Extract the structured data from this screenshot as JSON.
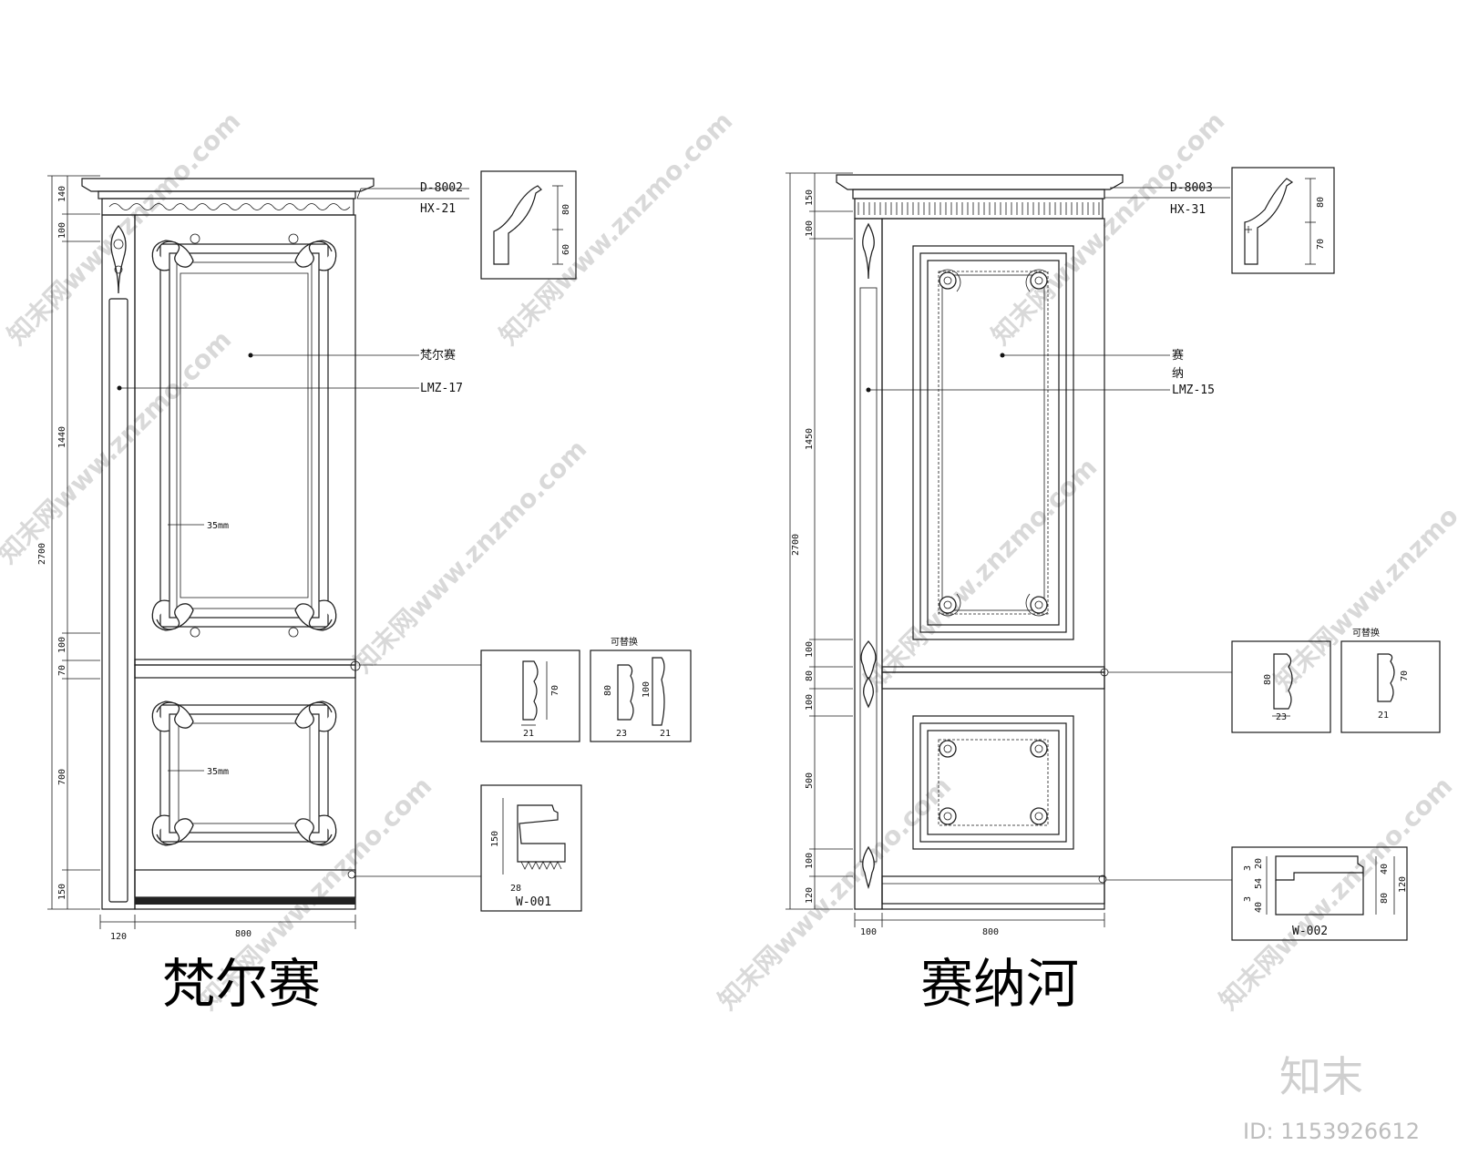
{
  "left_panel": {
    "title": "梵尔赛",
    "top_dim": "140",
    "side_dims": [
      "100",
      "1440",
      "100",
      "70",
      "700",
      "150"
    ],
    "total_height": "2700",
    "width_dims": [
      "120",
      "800"
    ],
    "callouts": [
      "D-8002",
      "HX-21",
      "梵尔赛",
      "LMZ-17"
    ],
    "panel_notes": [
      "35mm",
      "35mm"
    ],
    "profile_dims": [
      "80",
      "60"
    ],
    "chair_rail_dims": [
      "70",
      "21"
    ],
    "alt_label": "可替换",
    "alt_dims": [
      "80",
      "23",
      "100",
      "21"
    ],
    "base_code": "W-001",
    "base_dims": [
      "150",
      "28"
    ]
  },
  "right_panel": {
    "title": "赛纳河",
    "top_dim": "150",
    "side_dims": [
      "100",
      "1450",
      "100",
      "80",
      "100",
      "500",
      "100",
      "120"
    ],
    "total_height": "2700",
    "width_dims": [
      "100",
      "800"
    ],
    "callouts": [
      "D-8003",
      "HX-31",
      "赛",
      "纳",
      "LMZ-15"
    ],
    "profile_dims": [
      "80",
      "70"
    ],
    "chair_rail_dims": [
      "80",
      "23"
    ],
    "alt_label": "可替换",
    "alt_dims": [
      "70",
      "21"
    ],
    "base_code": "W-002",
    "base_dims": [
      "20",
      "3",
      "54",
      "3",
      "40",
      "40",
      "80",
      "120"
    ]
  },
  "watermarks": [
    "知末网www.znzmo.com"
  ],
  "brand": "知末",
  "id_label": "ID: 1153926612"
}
